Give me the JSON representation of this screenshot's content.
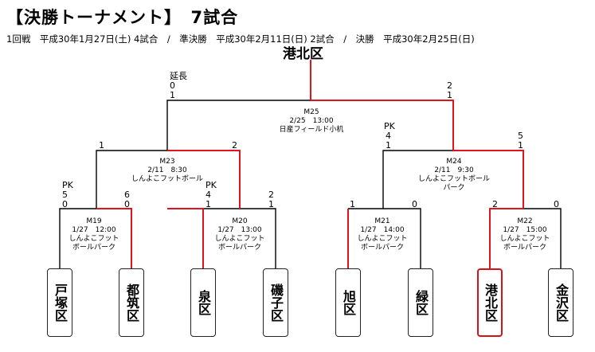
{
  "title": "【決勝トーナメント】　7試合",
  "schedule": "1回戦　平成30年1月27日(土)  4試合　/　準決勝　平成30年2月11日(日)  2試合　/　決勝　平成30年2月25日(日)",
  "champion": "港北区",
  "teams": [
    "戸塚区",
    "都筑区",
    "泉区",
    "磯子区",
    "旭区",
    "緑区",
    "港北区",
    "金沢区"
  ],
  "matches": {
    "m19": {
      "id": "M19",
      "date": "1/27　12:00",
      "venue1": "しんよこフット",
      "venue2": "ボールパーク",
      "pk_label": "PK",
      "pk_left": "5",
      "pk_right": "6",
      "left": "0",
      "right": "0"
    },
    "m20": {
      "id": "M20",
      "date": "1/27　13:00",
      "venue1": "しんよこフット",
      "venue2": "ボールパーク",
      "pk_label": "PK",
      "pk_left": "4",
      "left": "1",
      "right_top": "2",
      "right": "1"
    },
    "m21": {
      "id": "M21",
      "date": "1/27　14:00",
      "venue1": "しんよこフット",
      "venue2": "ボールパーク",
      "left": "1",
      "right": "0"
    },
    "m22": {
      "id": "M22",
      "date": "1/27　15:00",
      "venue1": "しんよこフット",
      "venue2": "ボールパーク",
      "left": "2",
      "right": "0"
    },
    "m23": {
      "id": "M23",
      "date": "2/11　8:30",
      "venue": "しんよこフットボール",
      "left": "1",
      "right": "2"
    },
    "m24": {
      "id": "M24",
      "date": "2/11　9:30",
      "venue1": "しんよこフットボール",
      "venue2": "パーク",
      "pk_label": "PK",
      "pk_left": "4",
      "left": "1",
      "right_top": "5",
      "right": "1"
    },
    "m25": {
      "id": "M25",
      "date": "2/25　13:00",
      "venue": "日産フィールド小机",
      "et_label": "延長",
      "et_left": "0",
      "left": "1",
      "right_top": "2",
      "right": "1"
    }
  },
  "colors": {
    "winner_line": "#e0141e",
    "line": "#000000",
    "champion_border": "#d8101a"
  }
}
